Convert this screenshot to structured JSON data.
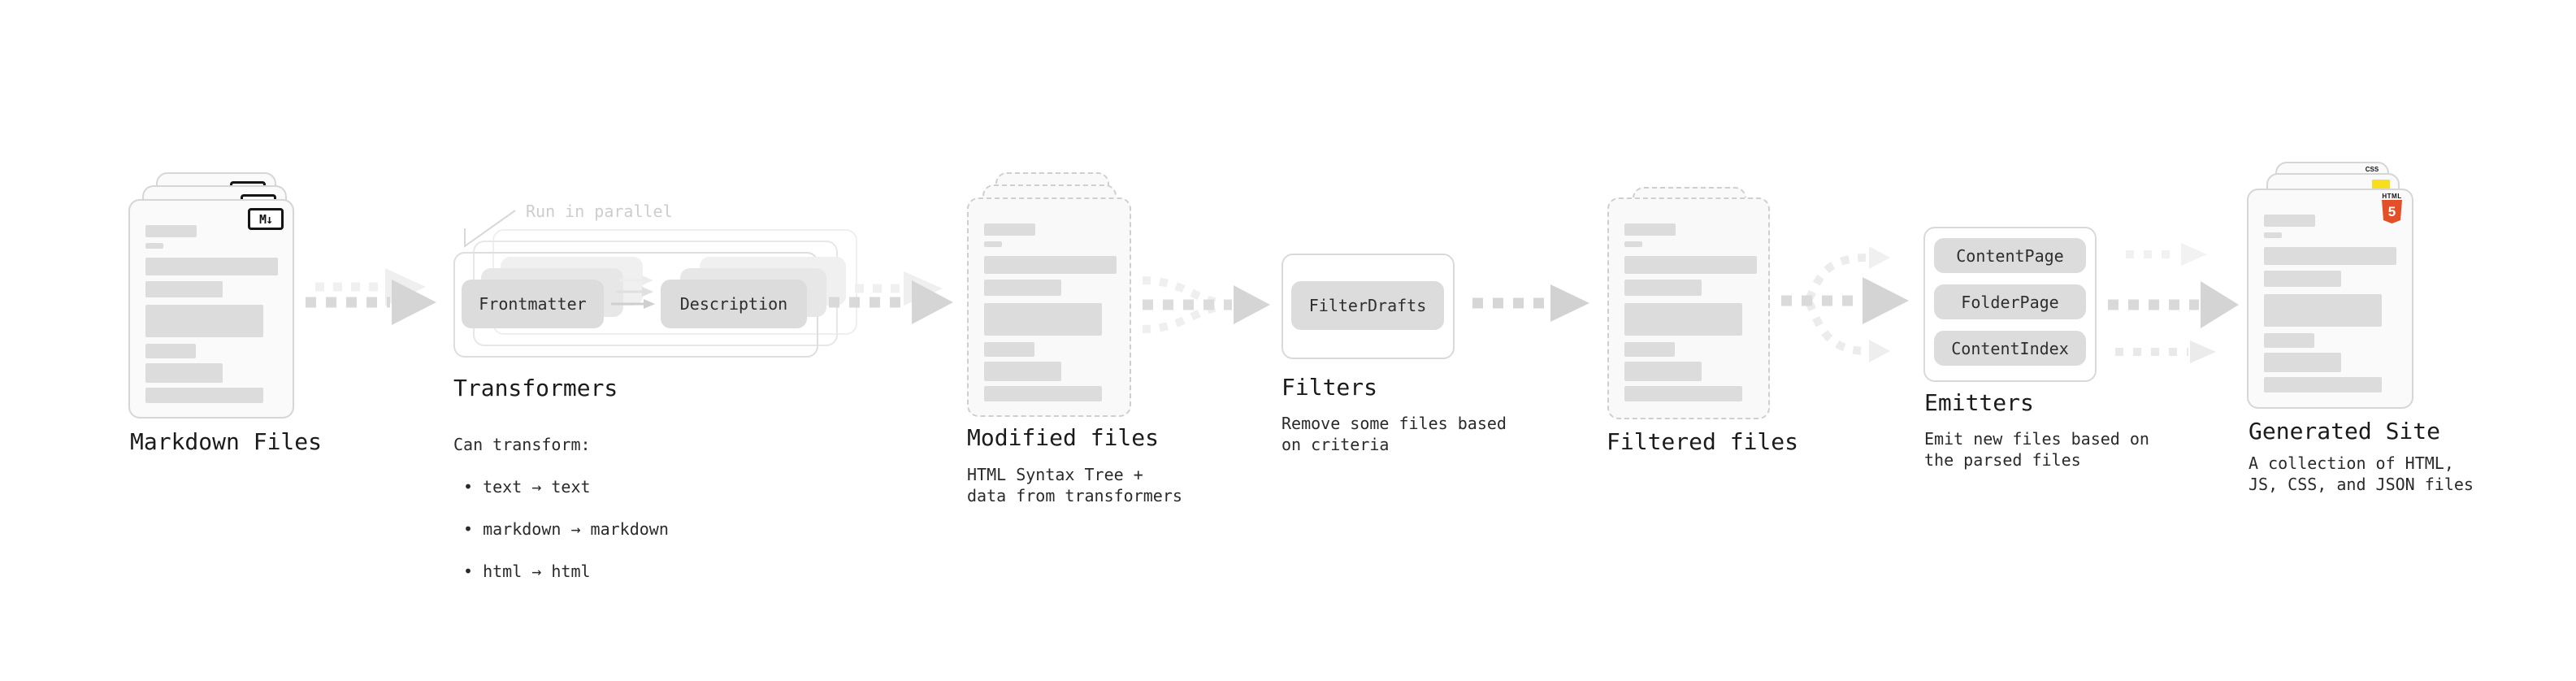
{
  "stages": {
    "markdown_files": {
      "label": "Markdown Files",
      "icon_text": "M↓"
    },
    "transformers": {
      "label": "Transformers",
      "annotation": "Run in parallel",
      "nodes": [
        "Frontmatter",
        "Description"
      ],
      "description_heading": "Can transform:",
      "bullets": [
        "text → text",
        "markdown → markdown",
        "html → html"
      ]
    },
    "modified_files": {
      "label": "Modified files",
      "description": "HTML Syntax Tree +\ndata from transformers"
    },
    "filters": {
      "label": "Filters",
      "nodes": [
        "FilterDrafts"
      ],
      "description": "Remove some files based\non criteria"
    },
    "filtered_files": {
      "label": "Filtered files"
    },
    "emitters": {
      "label": "Emitters",
      "nodes": [
        "ContentPage",
        "FolderPage",
        "ContentIndex"
      ],
      "description": "Emit new files based on\nthe parsed files"
    },
    "generated_site": {
      "label": "Generated Site",
      "description": "A collection of HTML,\nJS, CSS, and JSON files",
      "badges": {
        "css": "CSS",
        "html": "HTML",
        "html5_number": "5"
      }
    }
  },
  "colors": {
    "html5_orange": "#e34f26",
    "js_yellow": "#f7df1e",
    "css_blue": "#2965f1",
    "doc_bar_gray": "#dcdcdc",
    "annotation_gray": "#cdcdcd"
  }
}
